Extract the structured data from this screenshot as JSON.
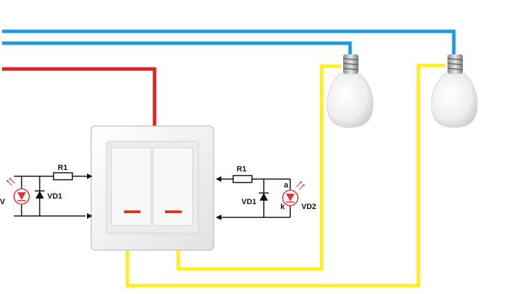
{
  "colors": {
    "neutral_wire": "#1e9be0",
    "phase_wire": "#e02020",
    "switched_wire": "#ffee22",
    "component_line": "#111111",
    "led": "#e03030",
    "switch_frame": "#f4f4f4",
    "indicator": "#d63a1c"
  },
  "left_circuit": {
    "resistor_label": "R1",
    "diode_label": "VD1",
    "led_label": "V"
  },
  "right_circuit": {
    "resistor_label": "R1",
    "diode_label": "VD1",
    "led_label": "VD2",
    "anode_label": "a",
    "cathode_label": "k"
  },
  "icons": [
    "light-bulb-icon",
    "double-switch-icon",
    "resistor-icon",
    "diode-icon",
    "led-icon"
  ]
}
